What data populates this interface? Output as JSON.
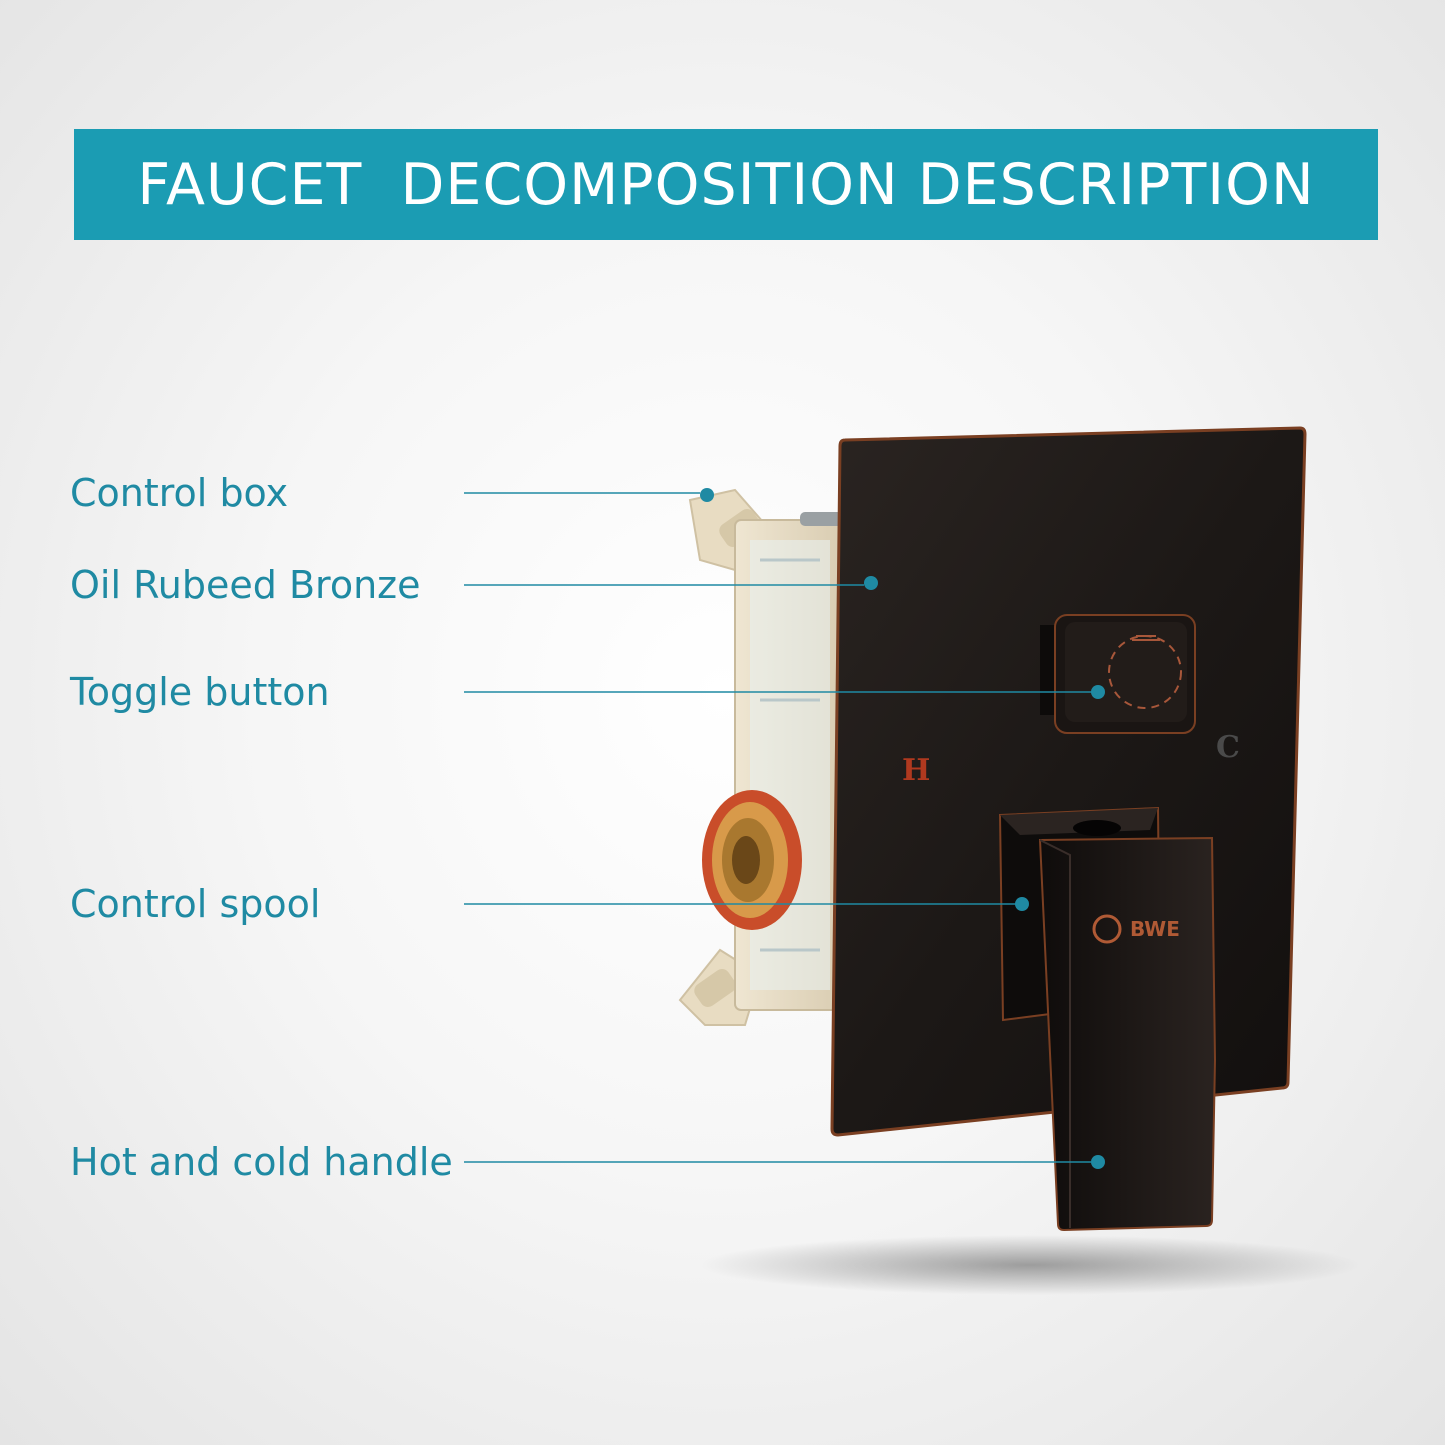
{
  "banner": {
    "title": "FAUCET  DECOMPOSITION DESCRIPTION"
  },
  "labels": [
    {
      "id": "control-box",
      "text": "Control box"
    },
    {
      "id": "oil-rubbed-bronze",
      "text": "Oil Rubeed Bronze"
    },
    {
      "id": "toggle-button",
      "text": "Toggle button"
    },
    {
      "id": "control-spool",
      "text": "Control spool"
    },
    {
      "id": "hot-cold-handle",
      "text": "Hot and cold handle"
    }
  ],
  "plate_marks": {
    "hot": "H",
    "cold": "C"
  },
  "brand": {
    "logo_text": "BWE"
  },
  "colors": {
    "accent": "#1b9cb3",
    "label_text": "#1f8aa3",
    "plate": "#1e1a18",
    "bronze_edge": "#8a4a2a"
  }
}
